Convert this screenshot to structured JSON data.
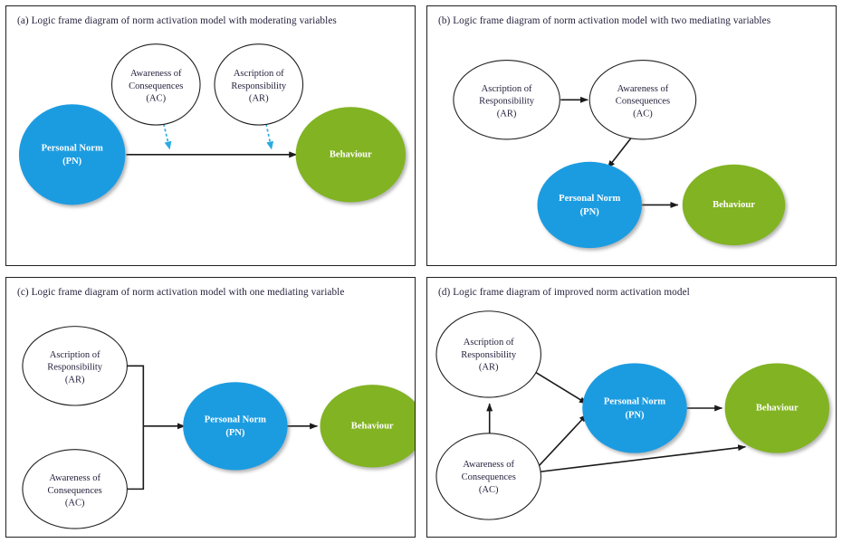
{
  "figure": {
    "title": "Logic frame diagrams of norm activation models",
    "colors": {
      "personal_norm_fill": "#1b9ce0",
      "behaviour_fill": "#82b324",
      "open_node_fill": "#ffffff",
      "node_stroke": "#231f20",
      "solid_edge": "#1a1a1a",
      "dashed_edge": "#29abe2",
      "panel_border": "#231f20",
      "title_text": "#221f3a",
      "filled_label_text": "#ffffff"
    }
  },
  "panels": [
    {
      "id": "a",
      "title": "(a) Logic frame diagram of norm activation model with moderating variables",
      "nodes": [
        {
          "key": "pn",
          "label_line1": "Personal Norm",
          "label_line2": "(PN)",
          "type": "filled-blue"
        },
        {
          "key": "ac",
          "label_line1": "Awareness of",
          "label_line2": "Consequences",
          "label_line3": "(AC)",
          "type": "open"
        },
        {
          "key": "ar",
          "label_line1": "Ascription of",
          "label_line2": "Responsibility",
          "label_line3": "(AR)",
          "type": "open"
        },
        {
          "key": "bh",
          "label_line1": "Behaviour",
          "type": "filled-green"
        }
      ],
      "edges": [
        {
          "from": "pn",
          "to": "bh",
          "style": "solid"
        },
        {
          "from": "ac",
          "to": "pn-bh-path",
          "style": "dashed"
        },
        {
          "from": "ar",
          "to": "pn-bh-path",
          "style": "dashed"
        }
      ]
    },
    {
      "id": "b",
      "title": "(b) Logic frame diagram of norm activation model with two mediating variables",
      "nodes": [
        {
          "key": "ar",
          "label_line1": "Ascription of",
          "label_line2": "Responsibility",
          "label_line3": "(AR)",
          "type": "open"
        },
        {
          "key": "ac",
          "label_line1": "Awareness of",
          "label_line2": "Consequences",
          "label_line3": "(AC)",
          "type": "open"
        },
        {
          "key": "pn",
          "label_line1": "Personal Norm",
          "label_line2": "(PN)",
          "type": "filled-blue"
        },
        {
          "key": "bh",
          "label_line1": "Behaviour",
          "type": "filled-green"
        }
      ],
      "edges": [
        {
          "from": "ar",
          "to": "ac",
          "style": "solid"
        },
        {
          "from": "ac",
          "to": "pn",
          "style": "solid"
        },
        {
          "from": "pn",
          "to": "bh",
          "style": "solid"
        }
      ]
    },
    {
      "id": "c",
      "title": "(c) Logic frame diagram of norm activation model with one mediating variable",
      "nodes": [
        {
          "key": "ar",
          "label_line1": "Ascription of",
          "label_line2": "Responsibility",
          "label_line3": "(AR)",
          "type": "open"
        },
        {
          "key": "ac",
          "label_line1": "Awareness of",
          "label_line2": "Consequences",
          "label_line3": "(AC)",
          "type": "open"
        },
        {
          "key": "pn",
          "label_line1": "Personal Norm",
          "label_line2": "(PN)",
          "type": "filled-blue"
        },
        {
          "key": "bh",
          "label_line1": "Behaviour",
          "type": "filled-green"
        }
      ],
      "edges": [
        {
          "from": "ar",
          "to": "pn",
          "style": "orthogonal"
        },
        {
          "from": "ac",
          "to": "pn",
          "style": "orthogonal"
        },
        {
          "from": "pn",
          "to": "bh",
          "style": "solid"
        }
      ]
    },
    {
      "id": "d",
      "title": "(d) Logic frame diagram of improved norm activation model",
      "nodes": [
        {
          "key": "ar",
          "label_line1": "Ascription of",
          "label_line2": "Responsibility",
          "label_line3": "(AR)",
          "type": "open"
        },
        {
          "key": "ac",
          "label_line1": "Awareness of",
          "label_line2": "Consequences",
          "label_line3": "(AC)",
          "type": "open"
        },
        {
          "key": "pn",
          "label_line1": "Personal Norm",
          "label_line2": "(PN)",
          "type": "filled-blue"
        },
        {
          "key": "bh",
          "label_line1": "Behaviour",
          "type": "filled-green"
        }
      ],
      "edges": [
        {
          "from": "ac",
          "to": "ar",
          "style": "solid"
        },
        {
          "from": "ar",
          "to": "pn",
          "style": "solid"
        },
        {
          "from": "ac",
          "to": "pn",
          "style": "solid"
        },
        {
          "from": "ac",
          "to": "bh",
          "style": "solid"
        },
        {
          "from": "pn",
          "to": "bh",
          "style": "solid"
        }
      ]
    }
  ]
}
